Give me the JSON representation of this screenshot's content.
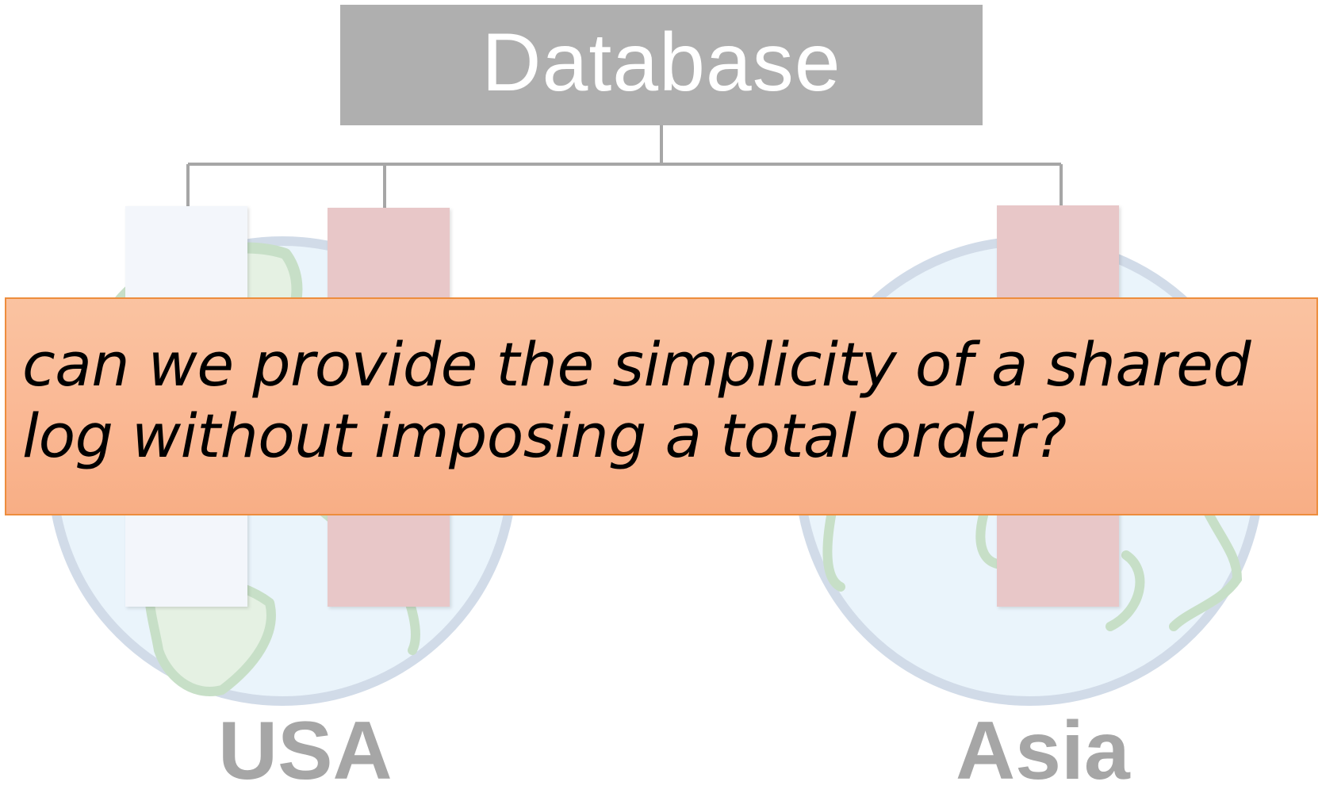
{
  "database": {
    "label": "Database"
  },
  "regions": [
    {
      "label": "USA"
    },
    {
      "label": "Asia"
    }
  ],
  "question": {
    "line1": "can we provide the simplicity of a shared",
    "line2": "log without imposing a total order?"
  },
  "colors": {
    "database_fill": "#afafaf",
    "connector": "#a6a6a6",
    "globe_ring": "#d1dbe8",
    "globe_fill": "#eaf4fb",
    "land": "#c7dfc7",
    "replica_white": "#f3f6fb",
    "replica_pink": "#e8c7c8",
    "callout_border": "#ed8d3d",
    "callout_fill": "#fab894",
    "label_gray": "#a6a6a6"
  }
}
